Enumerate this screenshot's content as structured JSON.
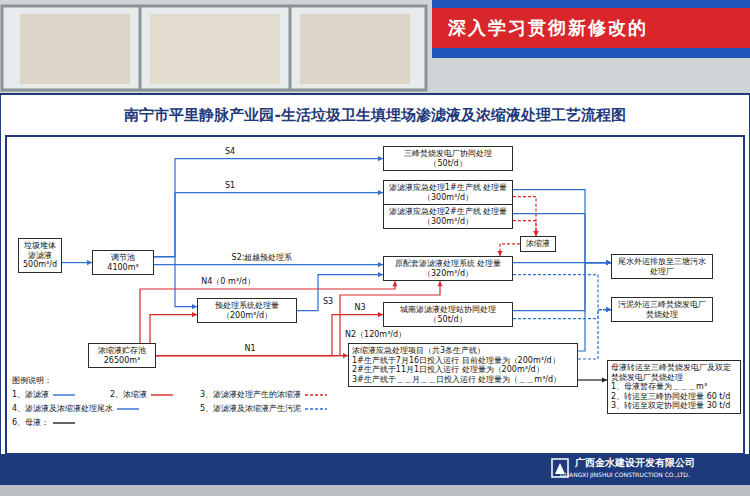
{
  "diagram": {
    "title": "南宁市平里静脉产业园-生活垃圾卫生填埋场渗滤液及浓缩液处理工艺流程图",
    "nodes": [
      {
        "text": [
          "垃圾堆体渗滤液",
          "500m³/d"
        ]
      },
      {
        "text": [
          "调节池",
          "4100m³"
        ]
      },
      {
        "text": [
          "浓缩液贮存池",
          "26500m³"
        ]
      },
      {
        "text": [
          "三峰焚烧发电厂协同处理",
          "（50t/d）"
        ]
      },
      {
        "text": [
          "渗滤液应急处理1#生产线 处理量（300m³/d）"
        ]
      },
      {
        "text": [
          "渗滤液应急处理2#生产线 处理量（300m³/d）"
        ]
      },
      {
        "text": [
          "浓缩液"
        ]
      },
      {
        "text": [
          "原配套渗滤液处理系统 处理量（320m³/d）"
        ]
      },
      {
        "text": [
          "预处理系统处理量（200m³/d）"
        ]
      },
      {
        "text": [
          "城南渗滤液处理站协同处理（50t/d）"
        ]
      },
      {
        "text": [
          "浓缩液应急处理项目（共3条生产线）",
          "1#生产线于7月16日投入运行 目前处理量为（200m³/d）",
          "2#生产线于11月1日投入运行 处理量为（200m³/d）",
          "3#生产线于＿＿月＿＿日投入运行 处理量为（＿＿m³/d）"
        ]
      },
      {
        "text": [
          "尾水外运排放至三塘污水处理厂"
        ]
      },
      {
        "text": [
          "污泥外运三峰焚烧发电厂焚烧处理"
        ]
      },
      {
        "text": [
          "母液转运至三峰焚烧发电厂及双定焚烧发电厂焚烧处理",
          "1、母液暂存量为＿＿＿m³",
          "2、转运至三峰协同处理量 60 t/d",
          "3、转运至双定协同处理量 30 t/d"
        ]
      }
    ],
    "edges": [
      {
        "from": 0,
        "to": 1,
        "arrow": "to"
      },
      {
        "from": 1,
        "to": 3,
        "arrow": "to",
        "label": "S4"
      },
      {
        "from": 1,
        "to": 4,
        "arrow": "to",
        "label": "S1"
      },
      {
        "from": 1,
        "to": 7,
        "arrow": "to",
        "label": "S2:超越预处理系"
      },
      {
        "from": 1,
        "to": 8,
        "arrow": "to"
      },
      {
        "from": 8,
        "to": 7,
        "arrow": "to",
        "label": "S3"
      },
      {
        "from": 2,
        "to": 7,
        "arrow": "to",
        "label": "N4（0 m³/d）"
      },
      {
        "from": 2,
        "to": 8,
        "arrow": "to"
      },
      {
        "from": 2,
        "to": 7,
        "arrow": "to",
        "label": "N2（120m³/d）"
      },
      {
        "from": 2,
        "to": 9,
        "arrow": "to",
        "label": "N3"
      },
      {
        "from": 2,
        "to": 10,
        "arrow": "to",
        "label": "N1"
      },
      {
        "from": 4,
        "to": 6,
        "arrow": "to"
      },
      {
        "from": 5,
        "to": 6,
        "arrow": "to"
      },
      {
        "from": 6,
        "to": 7,
        "arrow": "to"
      },
      {
        "from": 4,
        "to": 11,
        "arrow": "to"
      },
      {
        "from": 5,
        "to": 11,
        "arrow": "to"
      },
      {
        "from": 7,
        "to": 11,
        "arrow": "to"
      },
      {
        "from": 9,
        "to": 11,
        "arrow": "to"
      },
      {
        "from": 10,
        "to": 11,
        "arrow": "to"
      },
      {
        "from": 7,
        "to": 12,
        "arrow": "to"
      },
      {
        "from": 9,
        "to": 12,
        "arrow": "to"
      },
      {
        "from": 10,
        "to": 12,
        "arrow": "to"
      },
      {
        "from": 10,
        "to": 13,
        "arrow": "to"
      }
    ],
    "labels": [
      "深入学习贯彻新修改的",
      "图例说明：",
      "广西金水建设开发有限公司",
      "GUANGXI JINSHUI CONSTRUCTION CO.,LTD."
    ],
    "legend": [
      {
        "text": "1、渗滤液"
      },
      {
        "text": "2、浓缩液"
      },
      {
        "text": "3、渗滤液处理产生的浓缩液"
      },
      {
        "text": "4、渗滤液及浓缩液处理尾水"
      },
      {
        "text": "5、渗滤液及浓缩液产生污泥"
      },
      {
        "text": "6、母液："
      }
    ]
  }
}
